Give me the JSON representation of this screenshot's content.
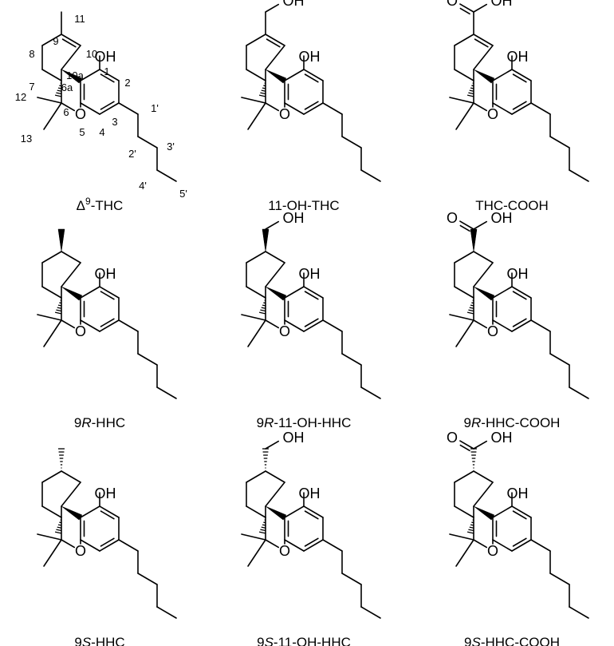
{
  "figure": {
    "molecules": [
      {
        "key": "thc",
        "label": "Δ9-THC",
        "caption": {
          "pre": "Δ",
          "sup": "9",
          "it": "",
          "post": "-THC"
        },
        "variant": "thc",
        "substituent": "methyl",
        "numbered": true
      },
      {
        "key": "oh_thc",
        "label": "11-OH-THC",
        "caption": {
          "pre": "11-OH-THC",
          "sup": "",
          "it": "",
          "post": ""
        },
        "variant": "thc",
        "substituent": "ch2oh",
        "numbered": false
      },
      {
        "key": "thc_cooh",
        "label": "THC-COOH",
        "caption": {
          "pre": "THC-COOH",
          "sup": "",
          "it": "",
          "post": ""
        },
        "variant": "thc",
        "substituent": "cooh",
        "numbered": false
      },
      {
        "key": "r_hhc",
        "label": "9R-HHC",
        "caption": {
          "pre": "9",
          "sup": "",
          "it": "R",
          "post": "-HHC"
        },
        "variant": "r",
        "substituent": "methyl",
        "numbered": false
      },
      {
        "key": "r_oh_hhc",
        "label": "9R-11-OH-HHC",
        "caption": {
          "pre": "9",
          "sup": "",
          "it": "R",
          "post": "-11-OH-HHC"
        },
        "variant": "r",
        "substituent": "ch2oh",
        "numbered": false
      },
      {
        "key": "r_hhc_cooh",
        "label": "9R-HHC-COOH",
        "caption": {
          "pre": "9",
          "sup": "",
          "it": "R",
          "post": "-HHC-COOH"
        },
        "variant": "r",
        "substituent": "cooh",
        "numbered": false
      },
      {
        "key": "s_hhc",
        "label": "9S-HHC",
        "caption": {
          "pre": "9",
          "sup": "",
          "it": "S",
          "post": "-HHC"
        },
        "variant": "s",
        "substituent": "methyl",
        "numbered": false
      },
      {
        "key": "s_oh_hhc",
        "label": "9S-11-OH-HHC",
        "caption": {
          "pre": "9",
          "sup": "",
          "it": "S",
          "post": "-11-OH-HHC"
        },
        "variant": "s",
        "substituent": "ch2oh",
        "numbered": false
      },
      {
        "key": "s_hhc_cooh",
        "label": "9S-HHC-COOH",
        "caption": {
          "pre": "9",
          "sup": "",
          "it": "S",
          "post": "-HHC-COOH"
        },
        "variant": "s",
        "substituent": "cooh",
        "numbered": false
      }
    ],
    "atom_labels": {
      "hydroxyl": "OH",
      "ring_oxygen": "O",
      "carbonyl_oxygen": "O"
    },
    "atom_numbers": [
      "11",
      "9",
      "10",
      "8",
      "10a",
      "1",
      "2",
      "7",
      "6a",
      "12",
      "6",
      "3",
      "1'",
      "5",
      "4",
      "13",
      "2'",
      "3'",
      "4'",
      "5'"
    ]
  }
}
